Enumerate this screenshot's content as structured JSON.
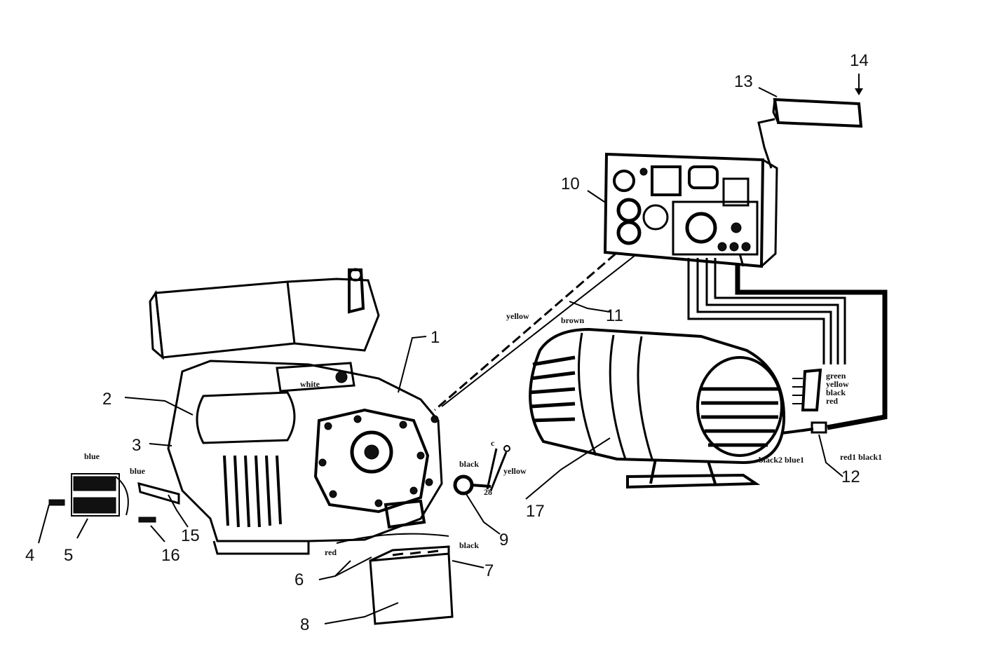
{
  "callouts": [
    "1",
    "2",
    "3",
    "4",
    "5",
    "6",
    "7",
    "8",
    "9",
    "10",
    "11",
    "12",
    "13",
    "14",
    "15",
    "16",
    "17"
  ],
  "wire_labels": {
    "blue_left": "blue",
    "blue_mid": "blue",
    "white": "white",
    "red_batt": "red",
    "black_batt": "black",
    "black_9": "black",
    "yellow_9": "yellow",
    "yellow_11": "yellow",
    "brown_11": "brown",
    "green_conn": "green",
    "yellow_conn": "yellow",
    "black_conn": "black",
    "red_conn": "red",
    "black2_blue1": "black2 blue1",
    "red1_black1": "red1 black1",
    "c_term": "c",
    "twenty_eight": "28"
  },
  "colors": {
    "ink": "#000000",
    "background": "#ffffff"
  }
}
